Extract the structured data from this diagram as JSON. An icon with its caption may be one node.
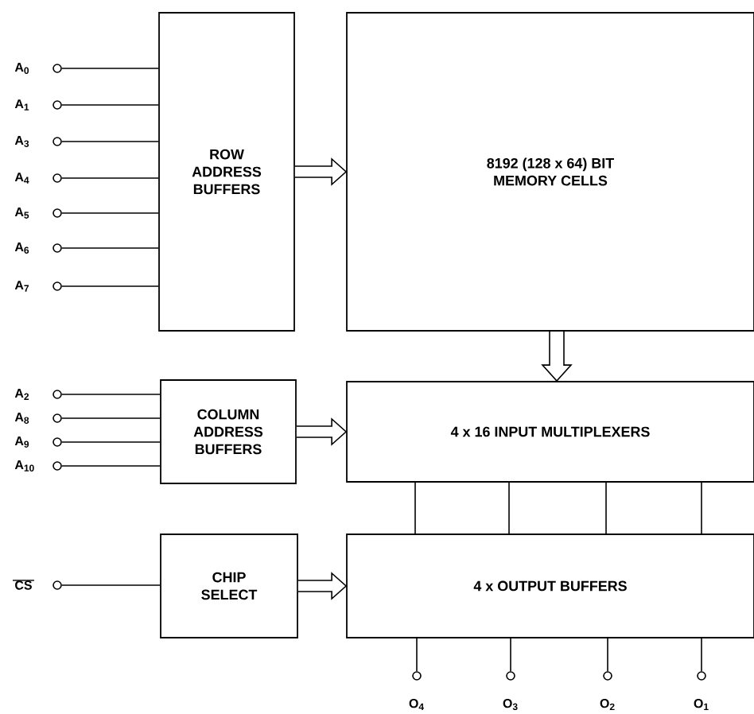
{
  "diagram": {
    "nodes": [
      {
        "text": [
          "A$_{0}$"
        ]
      },
      {
        "text": [
          "A$_{1}$"
        ]
      },
      {
        "text": [
          "A$_{3}$"
        ]
      },
      {
        "text": [
          "A$_{4}$"
        ]
      },
      {
        "text": [
          "A$_{5}$"
        ]
      },
      {
        "text": [
          "A$_{6}$"
        ]
      },
      {
        "text": [
          "A$_{7}$"
        ]
      },
      {
        "text": [
          "ROW ADDRESS BUFFERS"
        ]
      },
      {
        "text": [
          "8192 (128 x 64) BIT MEMORY CELLS"
        ]
      },
      {
        "text": [
          "A$_{2}$"
        ]
      },
      {
        "text": [
          "A$_{8}$"
        ]
      },
      {
        "text": [
          "A$_{9}$"
        ]
      },
      {
        "text": [
          "A$_{10}$"
        ]
      },
      {
        "text": [
          "COLUMN ADDRESS BUFFERS"
        ]
      },
      {
        "text": [
          "4 x 16 INPUT MULTIPLEXERS"
        ]
      },
      {
        "text": [
          "CS"
        ]
      },
      {
        "text": [
          "CHIP SELECT"
        ]
      },
      {
        "text": [
          "4 x OUTPUT BUFFERS"
        ]
      },
      {
        "text": [
          "O$_{4}$"
        ]
      },
      {
        "text": [
          "O$_{3}$"
        ]
      },
      {
        "text": [
          "O$_{2}$"
        ]
      },
      {
        "text": [
          "O$_{1}$"
        ]
      }
    ],
    "edges": [
      {
        "from": 0,
        "to": 7,
        "arrow": "none"
      },
      {
        "from": 1,
        "to": 7,
        "arrow": "none"
      },
      {
        "from": 2,
        "to": 7,
        "arrow": "none"
      },
      {
        "from": 3,
        "to": 7,
        "arrow": "none"
      },
      {
        "from": 4,
        "to": 7,
        "arrow": "none"
      },
      {
        "from": 5,
        "to": 7,
        "arrow": "none"
      },
      {
        "from": 6,
        "to": 7,
        "arrow": "none"
      },
      {
        "from": 7,
        "to": 8,
        "arrow": "to"
      },
      {
        "from": 8,
        "to": 14,
        "arrow": "to"
      },
      {
        "from": 9,
        "to": 13,
        "arrow": "none"
      },
      {
        "from": 10,
        "to": 13,
        "arrow": "none"
      },
      {
        "from": 11,
        "to": 13,
        "arrow": "none"
      },
      {
        "from": 12,
        "to": 13,
        "arrow": "none"
      },
      {
        "from": 13,
        "to": 14,
        "arrow": "to"
      },
      {
        "from": 14,
        "to": 17,
        "arrow": "none"
      },
      {
        "from": 14,
        "to": 17,
        "arrow": "none"
      },
      {
        "from": 14,
        "to": 17,
        "arrow": "none"
      },
      {
        "from": 14,
        "to": 17,
        "arrow": "none"
      },
      {
        "from": 15,
        "to": 16,
        "arrow": "none"
      },
      {
        "from": 16,
        "to": 17,
        "arrow": "to"
      },
      {
        "from": 17,
        "to": 18,
        "arrow": "none"
      },
      {
        "from": 17,
        "to": 19,
        "arrow": "none"
      },
      {
        "from": 17,
        "to": 20,
        "arrow": "none"
      },
      {
        "from": 17,
        "to": 21,
        "arrow": "none"
      }
    ]
  }
}
